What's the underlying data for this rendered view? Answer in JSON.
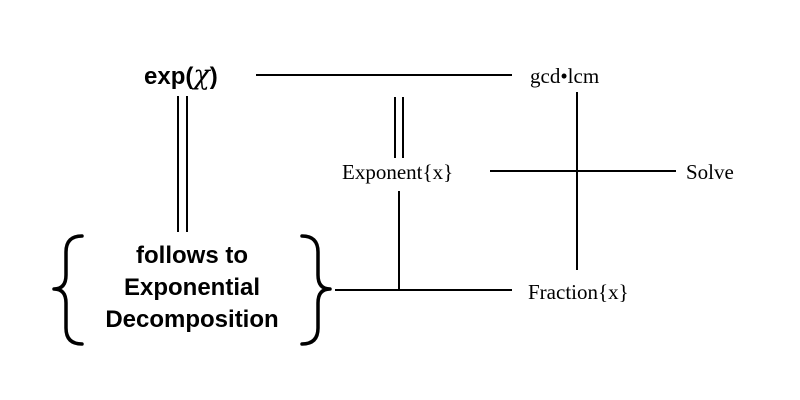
{
  "nodes": {
    "exp": {
      "prefix": "exp(",
      "symbol": "χ",
      "suffix": ")"
    },
    "gcd_lcm": "gcd•lcm",
    "exponent": "Exponent{x}",
    "solve": "Solve",
    "fraction": "Fraction{x}",
    "decomposition": {
      "line1": "follows to",
      "line2": "Exponential",
      "line3": "Decomposition"
    }
  },
  "colors": {
    "stroke": "#000000",
    "background": "#ffffff"
  }
}
